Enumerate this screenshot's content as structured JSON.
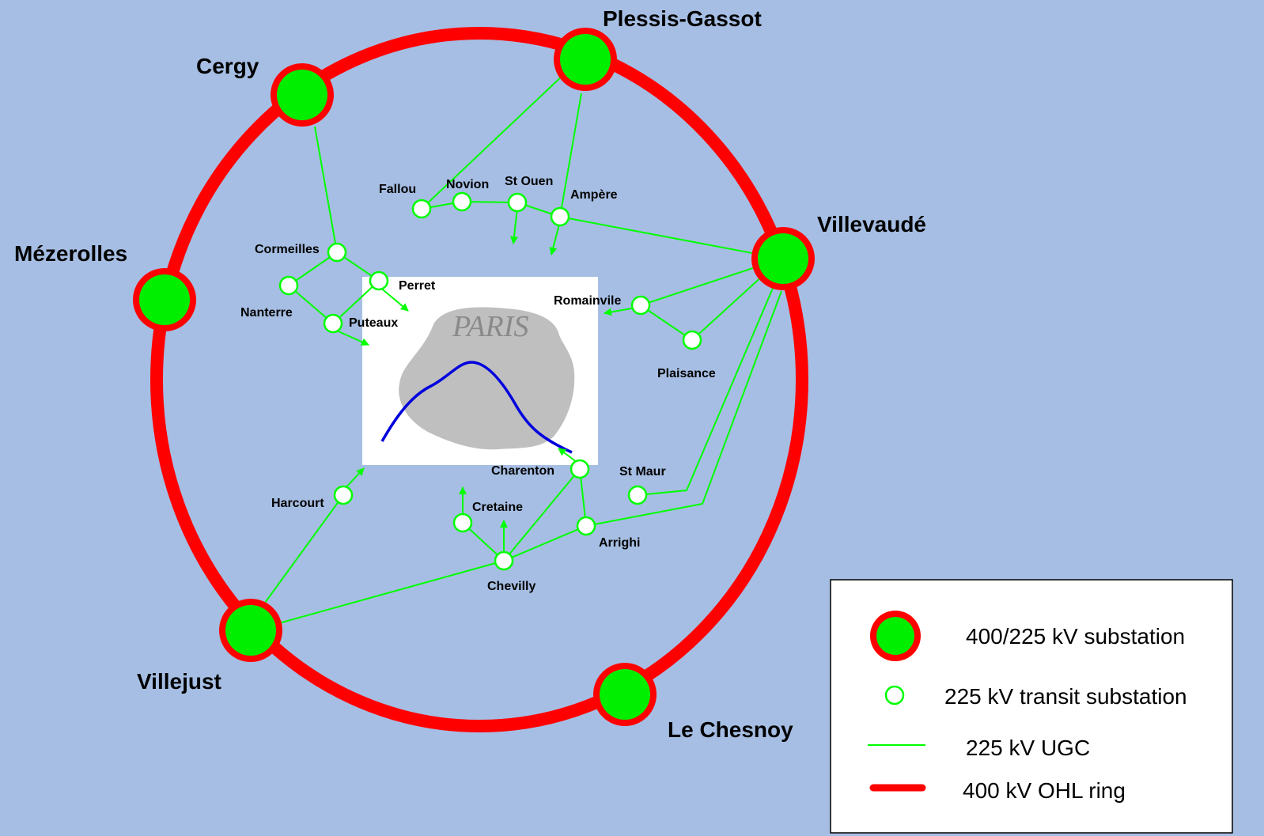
{
  "map_title": "PARIS",
  "substations_400": [
    {
      "id": "cergy",
      "label": "Cergy"
    },
    {
      "id": "plessis",
      "label": "Plessis-Gassot"
    },
    {
      "id": "villevaude",
      "label": "Villevaudé"
    },
    {
      "id": "mezerolles",
      "label": "Mézerolles"
    },
    {
      "id": "villejust",
      "label": "Villejust"
    },
    {
      "id": "chesnoy",
      "label": "Le Chesnoy"
    }
  ],
  "substations_225": [
    {
      "id": "fallou",
      "label": "Fallou"
    },
    {
      "id": "novion",
      "label": "Novion"
    },
    {
      "id": "stouen",
      "label": "St Ouen"
    },
    {
      "id": "ampere",
      "label": "Ampère"
    },
    {
      "id": "cormeilles",
      "label": "Cormeilles"
    },
    {
      "id": "nanterre",
      "label": "Nanterre"
    },
    {
      "id": "perret",
      "label": "Perret"
    },
    {
      "id": "puteaux",
      "label": "Puteaux"
    },
    {
      "id": "romainvile",
      "label": "Romainvile"
    },
    {
      "id": "plaisance",
      "label": "Plaisance"
    },
    {
      "id": "charenton",
      "label": "Charenton"
    },
    {
      "id": "stmaur",
      "label": "St Maur"
    },
    {
      "id": "harcourt",
      "label": "Harcourt"
    },
    {
      "id": "cretaine",
      "label": "Cretaine"
    },
    {
      "id": "arrighi",
      "label": "Arrighi"
    },
    {
      "id": "chevilly",
      "label": "Chevilly"
    }
  ],
  "legend": {
    "substation_400": "400/225 kV substation",
    "substation_225": "225 kV  transit substation",
    "ugc": "225 kV UGC",
    "ohl": "400 kV OHL ring"
  },
  "colors": {
    "background": "#a6bee3",
    "ring": "#ff0000",
    "node_fill": "#00ee00",
    "cable": "#00ff00",
    "river": "#0000dd",
    "city": "#bfbfbf"
  }
}
